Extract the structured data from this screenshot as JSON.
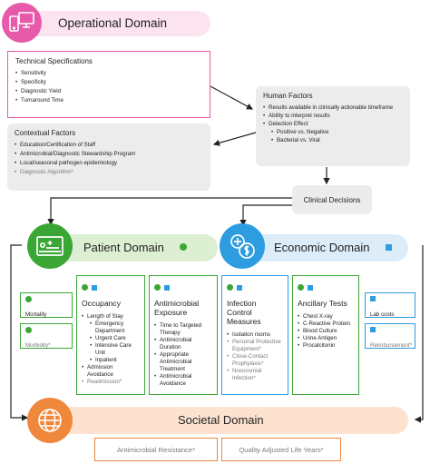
{
  "operational": {
    "title": "Operational Domain",
    "technical": {
      "title": "Technical Specifications",
      "items": [
        "Sensitivity",
        "Specificity",
        "Diagnostic Yield",
        "Turnaround Time"
      ]
    },
    "contextual": {
      "title": "Contextual Factors",
      "items": [
        "Education/Certification of Staff",
        "Antimicrobial/Diagnostic Stewardship Program",
        "Local/seasonal pathogen epidemiology"
      ],
      "starred": "Diagnostic Algorithm*"
    },
    "human": {
      "title": "Human Factors",
      "items": [
        "Results available in clinically actionable timeframe",
        "Ability to interpret results",
        "Detection Effect"
      ],
      "subitems": [
        "Positive vs. Negative",
        "Bacterial vs. Viral"
      ]
    },
    "decisions": "Clinical Decisions"
  },
  "patient": {
    "title": "Patient Domain",
    "mortality": "Mortality",
    "morbidity": "Morbidity*"
  },
  "economic": {
    "title": "Economic Domain",
    "lab_costs": "Lab costs",
    "reimbursement": "Reimbursement*"
  },
  "columns": {
    "occupancy": {
      "title": "Occupancy",
      "items": [
        "Length of Stay"
      ],
      "subitems": [
        "Emergency Department",
        "Urgent Care",
        "Intensive Care Unit",
        "Inpatient"
      ],
      "items2": [
        "Admission Avoidance"
      ],
      "starred": "Readmission*"
    },
    "antimicrobial": {
      "title": "Antimicrobial Exposure",
      "items": [
        "Time to Targeted Therapy",
        "Antimicrobial Duration",
        "Appropriate Antimicrobial Treatment",
        "Antimicrobial Avoidance"
      ]
    },
    "infection": {
      "title": "Infection Control Measures",
      "items": [
        "Isolation rooms"
      ],
      "starred": [
        "Personal Protective Equipment*",
        "Close-Contact Prophylaxis*",
        "Nosocomial Infection*"
      ]
    },
    "ancillary": {
      "title": "Ancillary Tests",
      "items": [
        "Chest X-ray",
        "C-Reactive Protein",
        "Blood Culture",
        "Urine Antigen",
        "Procalcitonin"
      ]
    }
  },
  "societal": {
    "title": "Societal Domain",
    "resistance": "Antimicrobial Resistance*",
    "qaly": "Quality Adjusted Life Years*"
  },
  "colors": {
    "pink": "#e75aa9",
    "pink_light": "#fbe3f0",
    "green": "#3aa635",
    "green_light": "#dcefd3",
    "blue": "#2d9de0",
    "blue_light": "#dcecf8",
    "orange": "#f0883c",
    "orange_light": "#fde3cf",
    "grey_box": "#ececec"
  }
}
